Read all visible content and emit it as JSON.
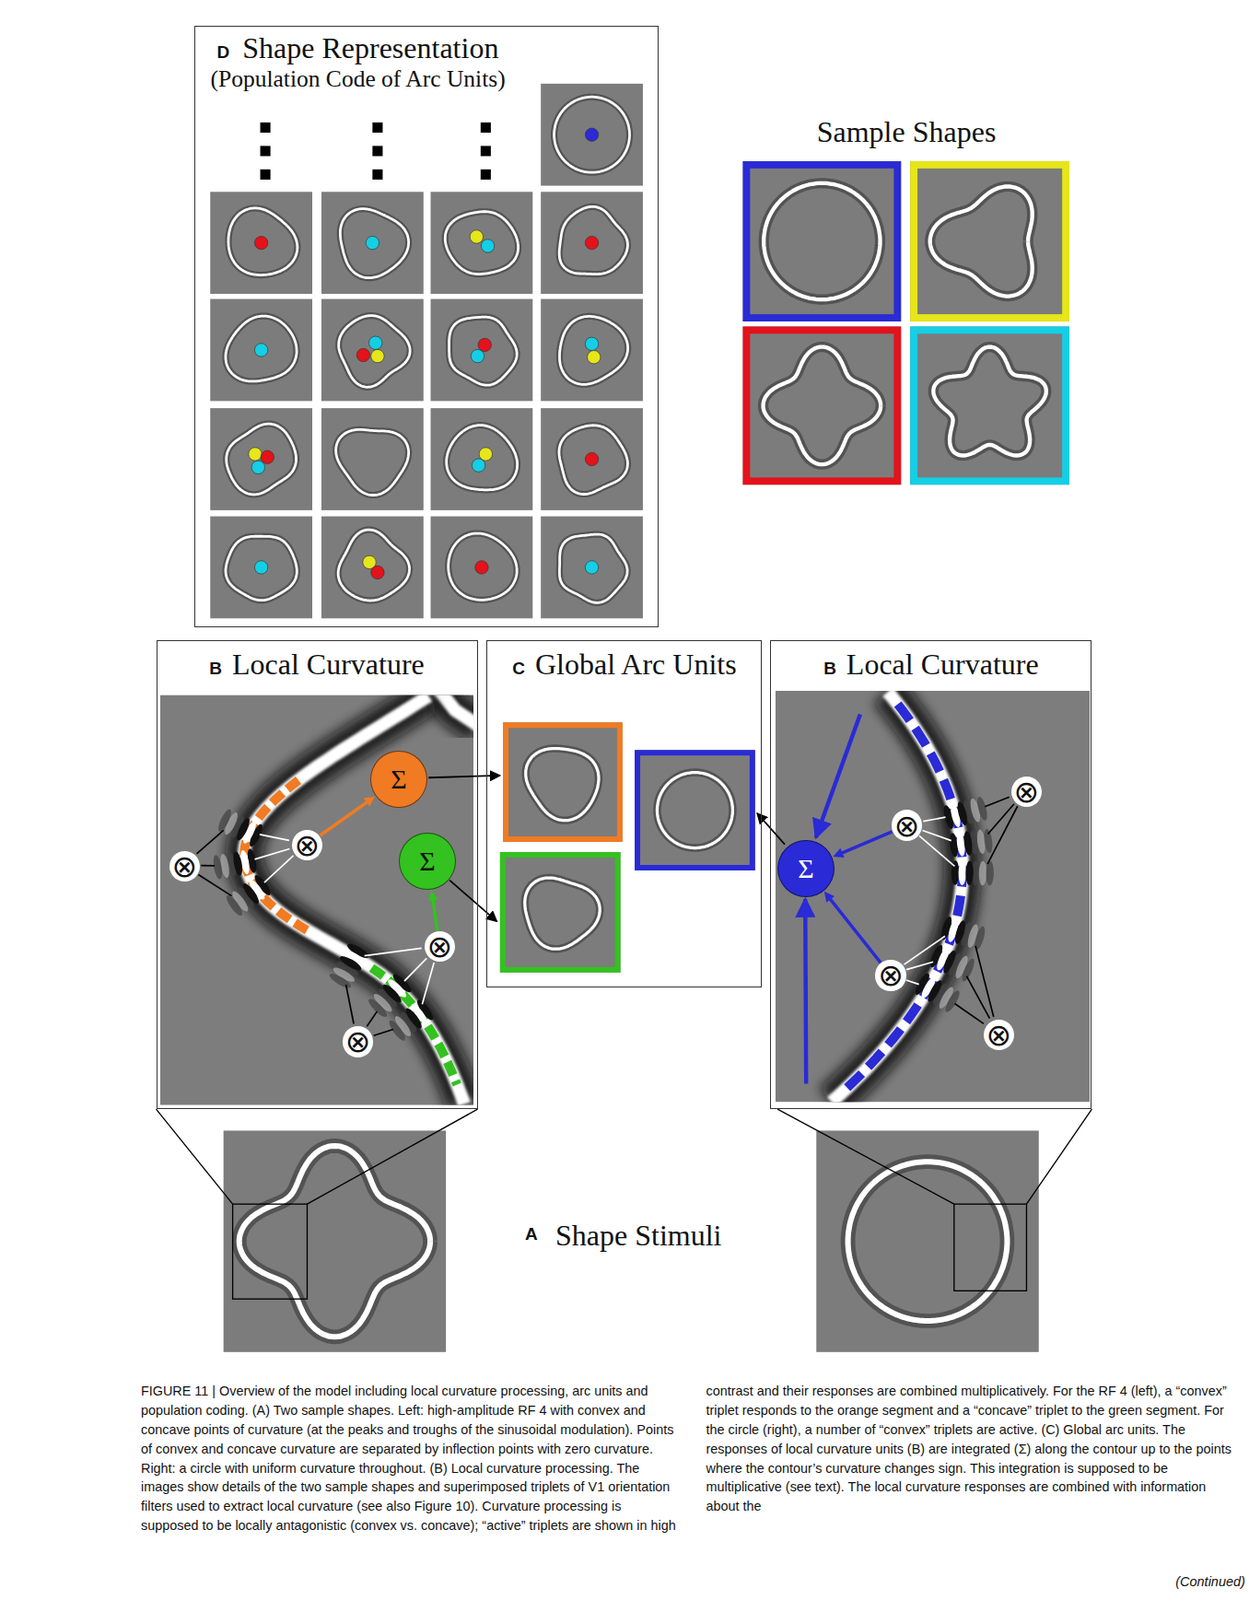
{
  "diagram": {
    "caption": "FIGURE 11 | Overview of the model including local curvature processing, arc units and population coding. (A) Two sample shapes. Left: high-amplitude RF 4 with convex and concave points of curvature (at the peaks and troughs of the sinusoidal modulation). Points of convex and concave curvature are separated by inflection points with zero curvature. Right: a circle with uniform curvature throughout. (B) Local curvature processing. The images show details of the two sample shapes and superimposed triplets of V1 orientation filters used to extract local curvature (see also Figure 10). Curvature processing is supposed to be locally antagonistic (convex vs. concave); “active” triplets are shown in high contrast and their responses are combined multiplicatively. For the RF 4 (left), a “convex” triplet responds to the orange segment and a “concave” triplet to the green segment. For the circle (right), a number of “convex” triplets are active. (C) Global arc units. The responses of local curvature units (B) are integrated (Σ) along the contour up to the points where the contour’s curvature changes sign. This integration is supposed to be multiplicative (see text). The local curvature responses are combined with information about the",
    "nodes": [
      {
        "text": [
          "D",
          "Shape Representation",
          "(Population Code of Arc Units)"
        ]
      },
      {
        "text": [
          "B",
          "Local Curvature"
        ]
      },
      {
        "text": [
          "Σ"
        ],
        "in": 1
      },
      {
        "text": [
          "Σ"
        ],
        "in": 1
      },
      {
        "text": [
          "⊗"
        ],
        "in": 1
      },
      {
        "text": [
          "⊗"
        ],
        "in": 1
      },
      {
        "text": [
          "⊗"
        ],
        "in": 1
      },
      {
        "text": [
          "⊗"
        ],
        "in": 1
      },
      {
        "text": [
          "C",
          "Global Arc Units"
        ]
      },
      {
        "text": [
          "B",
          "Local Curvature"
        ]
      },
      {
        "text": [
          "Σ"
        ],
        "in": 9
      },
      {
        "text": [
          "⊗"
        ],
        "in": 9
      },
      {
        "text": [
          "⊗"
        ],
        "in": 9
      },
      {
        "text": [
          "⊗"
        ],
        "in": 9
      },
      {
        "text": [
          "⊗"
        ],
        "in": 9
      }
    ],
    "edges": [
      {
        "from": 5,
        "to": 2,
        "arrow": "to"
      },
      {
        "from": 6,
        "to": 3,
        "arrow": "to"
      },
      {
        "from": 12,
        "to": 10,
        "arrow": "to"
      },
      {
        "from": 13,
        "to": 10,
        "arrow": "to"
      }
    ],
    "labels": [
      "Sample Shapes",
      "A",
      "Shape Stimuli",
      "(Continued)"
    ]
  }
}
